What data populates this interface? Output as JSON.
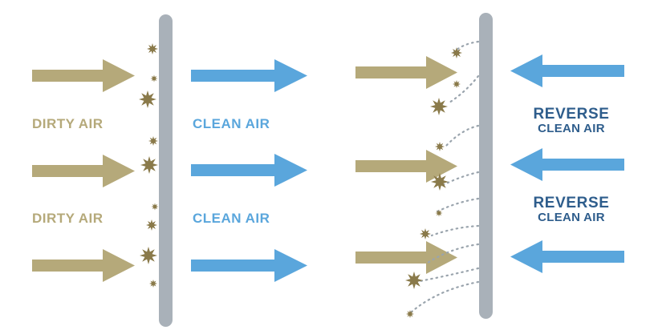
{
  "colors": {
    "dirty": "#b5a97a",
    "clean": "#5aa6dc",
    "reverse_text": "#2e5d8c",
    "filter": "#a9b1b9",
    "particle": "#8a7a4a",
    "trail": "#9aa4ad"
  },
  "left_panel": {
    "labels": [
      {
        "dirty": "DIRTY AIR",
        "clean": "CLEAN AIR"
      },
      {
        "dirty": "DIRTY AIR",
        "clean": "CLEAN AIR"
      }
    ]
  },
  "right_panel": {
    "labels": [
      {
        "line1": "REVERSE",
        "line2": "CLEAN AIR"
      },
      {
        "line1": "REVERSE",
        "line2": "CLEAN AIR"
      }
    ]
  },
  "icons": {
    "particle": "dust-particle-icon",
    "arrow": "arrow-icon"
  }
}
